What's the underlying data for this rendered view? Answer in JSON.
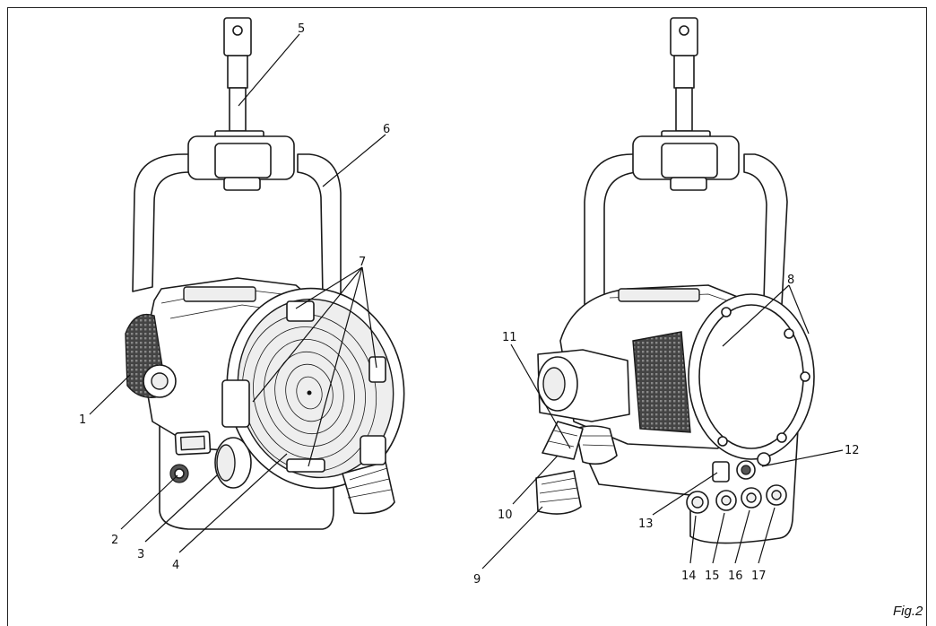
{
  "figure": {
    "label": "Fig.2"
  },
  "callouts": [
    "1",
    "2",
    "3",
    "4",
    "5",
    "6",
    "7",
    "8",
    "9",
    "10",
    "11",
    "12",
    "13",
    "14",
    "15",
    "16",
    "17"
  ]
}
